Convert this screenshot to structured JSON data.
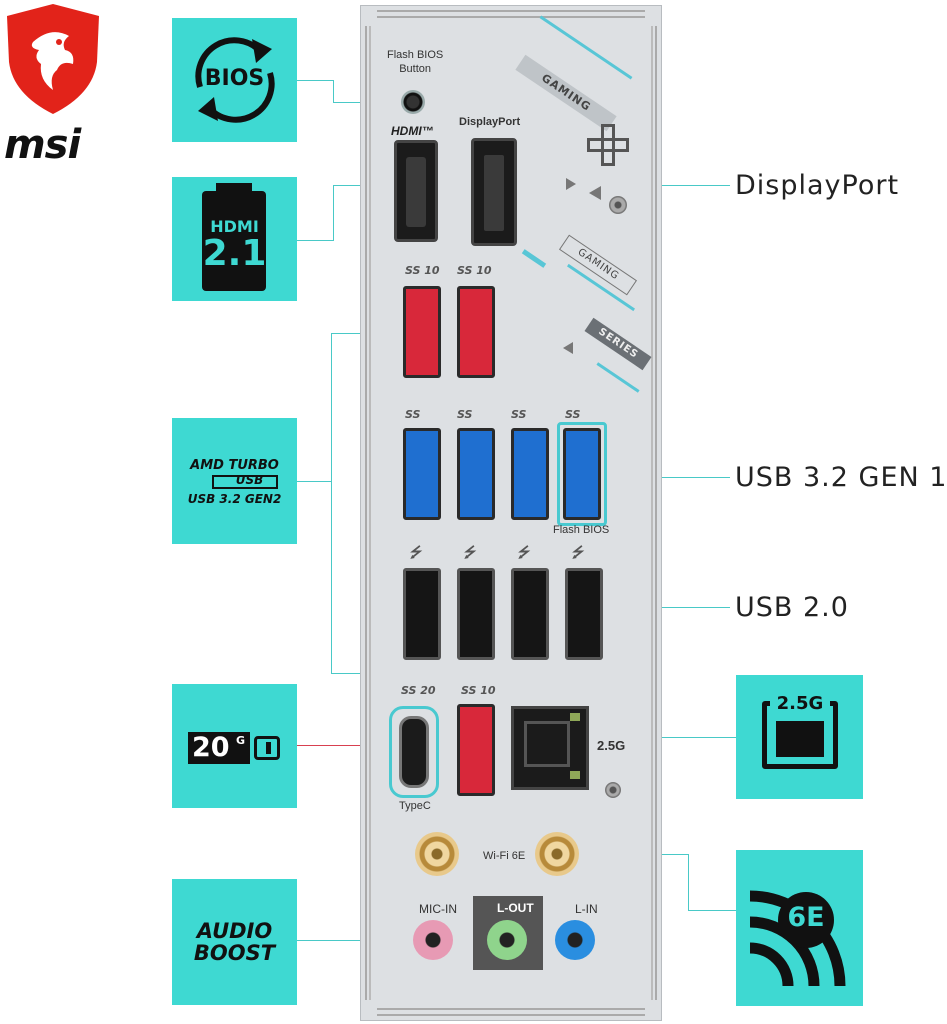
{
  "brand": {
    "name": "msi"
  },
  "tiles": {
    "bios": "BIOS",
    "hdmi": "HDMI",
    "hdmi_version": "2.1",
    "amd_line1": "AMD TURBO",
    "amd_line2": "USB",
    "amd_line3": "USB 3.2 GEN2",
    "speed_20g": "20",
    "speed_20g_sup": "G",
    "audio_line1": "AUDIO",
    "audio_line2": "BOOST",
    "lan_25g": "2.5G",
    "wifi_6e": "6E"
  },
  "callouts": {
    "displayport": "DisplayPort",
    "usb32gen1": "USB 3.2 GEN 1",
    "usb20": "USB 2.0"
  },
  "panel": {
    "flash_bios_button": "Flash BIOS\nButton",
    "hdmi_logo": "HDMI™",
    "displayport_label": "DisplayPort",
    "gaming": "GAMING",
    "gaming2": "GAMING",
    "series": "SERIES",
    "flash_bios": "Flash BIOS",
    "typec": "TypeC",
    "lan_label": "2.5G",
    "wifi_label": "Wi-Fi 6E",
    "mic_in": "MIC-IN",
    "l_out": "L-OUT",
    "l_in": "L-IN",
    "ss10": "SS 10",
    "ss20": "SS 20"
  },
  "colors": {
    "tile": "#3ed9d2",
    "usb_red": "#d8283a",
    "usb_blue": "#1f6fd0",
    "jack_pink": "#e79ab4",
    "jack_green": "#8fd48c",
    "jack_blue": "#2a8ee0",
    "msi_red": "#e2231a"
  }
}
